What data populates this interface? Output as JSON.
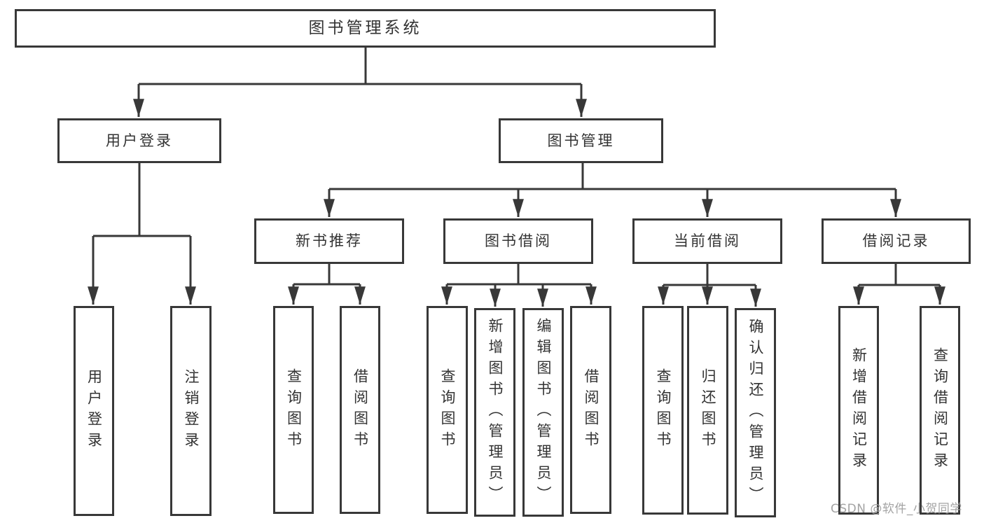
{
  "diagram": {
    "type": "hierarchy-tree",
    "title": "图书管理系统",
    "colors": {
      "line": "#383838",
      "box_border": "#383838",
      "text": "#333333",
      "background": "#ffffff",
      "watermark": "#9e9e9e"
    },
    "nodes": {
      "root": "图书管理系统",
      "user_login": "用户登录",
      "book_mgmt": "图书管理",
      "new_book_rec": "新书推荐",
      "book_borrow": "图书借阅",
      "current_borrow": "当前借阅",
      "borrow_records": "借阅记录",
      "ul_user_login": "用户登录",
      "ul_logout": "注销登录",
      "nbr_query_book": "查询图书",
      "nbr_borrow_book": "借阅图书",
      "bb_query_book": "查询图书",
      "bb_add_book": "新增图书（管理员）",
      "bb_edit_book": "编辑图书（管理员）",
      "bb_borrow_book": "借阅图书",
      "cb_query_book": "查询图书",
      "cb_return_book": "归还图书",
      "cb_confirm_return": "确认归还（管理员）",
      "br_add_record": "新增借阅记录",
      "br_query_record": "查询借阅记录"
    },
    "edges": [
      [
        "root",
        "user_login"
      ],
      [
        "root",
        "book_mgmt"
      ],
      [
        "user_login",
        "ul_user_login"
      ],
      [
        "user_login",
        "ul_logout"
      ],
      [
        "book_mgmt",
        "new_book_rec"
      ],
      [
        "book_mgmt",
        "book_borrow"
      ],
      [
        "book_mgmt",
        "current_borrow"
      ],
      [
        "book_mgmt",
        "borrow_records"
      ],
      [
        "new_book_rec",
        "nbr_query_book"
      ],
      [
        "new_book_rec",
        "nbr_borrow_book"
      ],
      [
        "book_borrow",
        "bb_query_book"
      ],
      [
        "book_borrow",
        "bb_add_book"
      ],
      [
        "book_borrow",
        "bb_edit_book"
      ],
      [
        "book_borrow",
        "bb_borrow_book"
      ],
      [
        "current_borrow",
        "cb_query_book"
      ],
      [
        "current_borrow",
        "cb_return_book"
      ],
      [
        "current_borrow",
        "cb_confirm_return"
      ],
      [
        "borrow_records",
        "br_add_record"
      ],
      [
        "borrow_records",
        "br_query_record"
      ]
    ],
    "watermark": "CSDN @软件_小贺同学"
  }
}
